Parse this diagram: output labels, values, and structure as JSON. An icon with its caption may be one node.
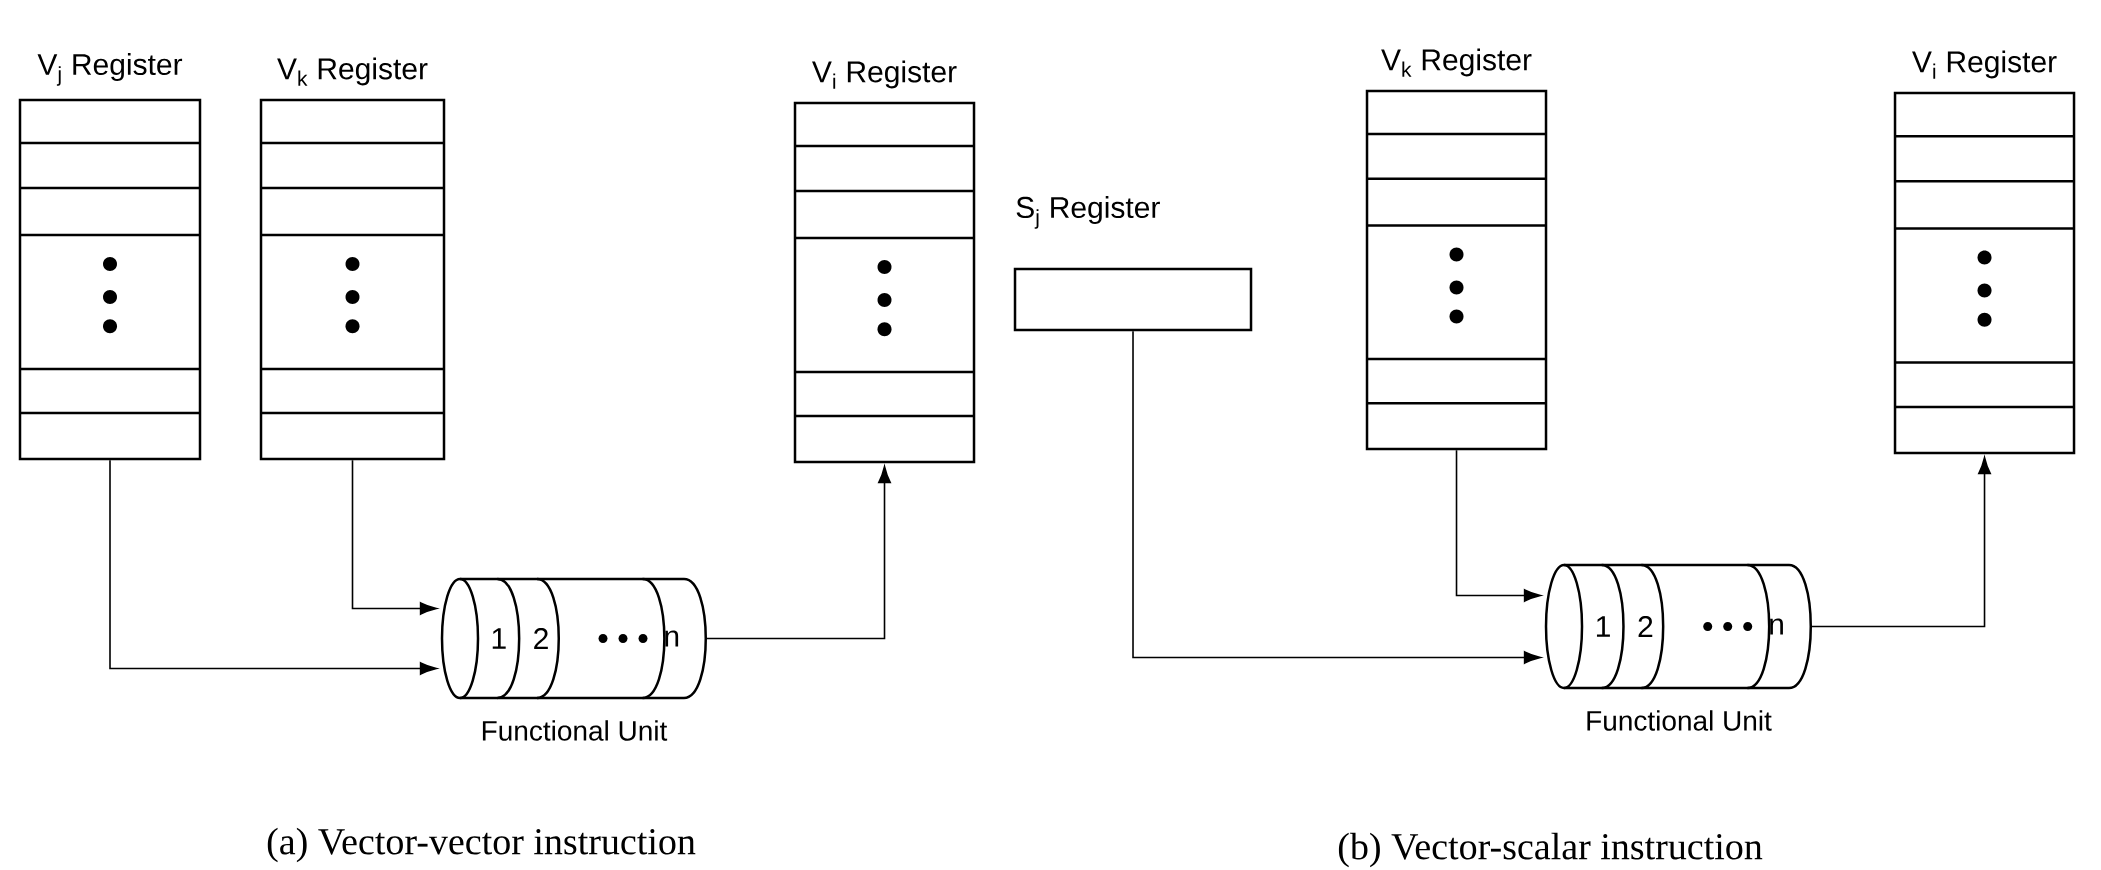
{
  "diagram": {
    "nodes": [
      {
        "text": [
          "V$_{j}$ Register"
        ]
      },
      {
        "text": [
          "V$_{k}$ Register"
        ]
      },
      {
        "text": [
          "1",
          "2",
          "n"
        ],
        "beside": [
          "Functional Unit"
        ]
      },
      {
        "text": [
          "V$_{i}$ Register"
        ]
      },
      {
        "text": [
          "S$_{j}$ Register"
        ]
      },
      {
        "text": [
          "V$_{k}$ Register"
        ]
      },
      {
        "text": [
          "1",
          "2",
          "n"
        ],
        "beside": [
          "Functional Unit"
        ]
      },
      {
        "text": [
          "V$_{i}$ Register"
        ]
      }
    ],
    "edges": [
      {
        "from": 0,
        "to": 2,
        "arrow": "to"
      },
      {
        "from": 1,
        "to": 2,
        "arrow": "to"
      },
      {
        "from": 2,
        "to": 3,
        "arrow": "to"
      },
      {
        "from": 4,
        "to": 6,
        "arrow": "to"
      },
      {
        "from": 5,
        "to": 6,
        "arrow": "to"
      },
      {
        "from": 6,
        "to": 7,
        "arrow": "to"
      }
    ],
    "labels": [
      "(a) Vector-vector instruction",
      "(b) Vector-scalar instruction"
    ]
  }
}
